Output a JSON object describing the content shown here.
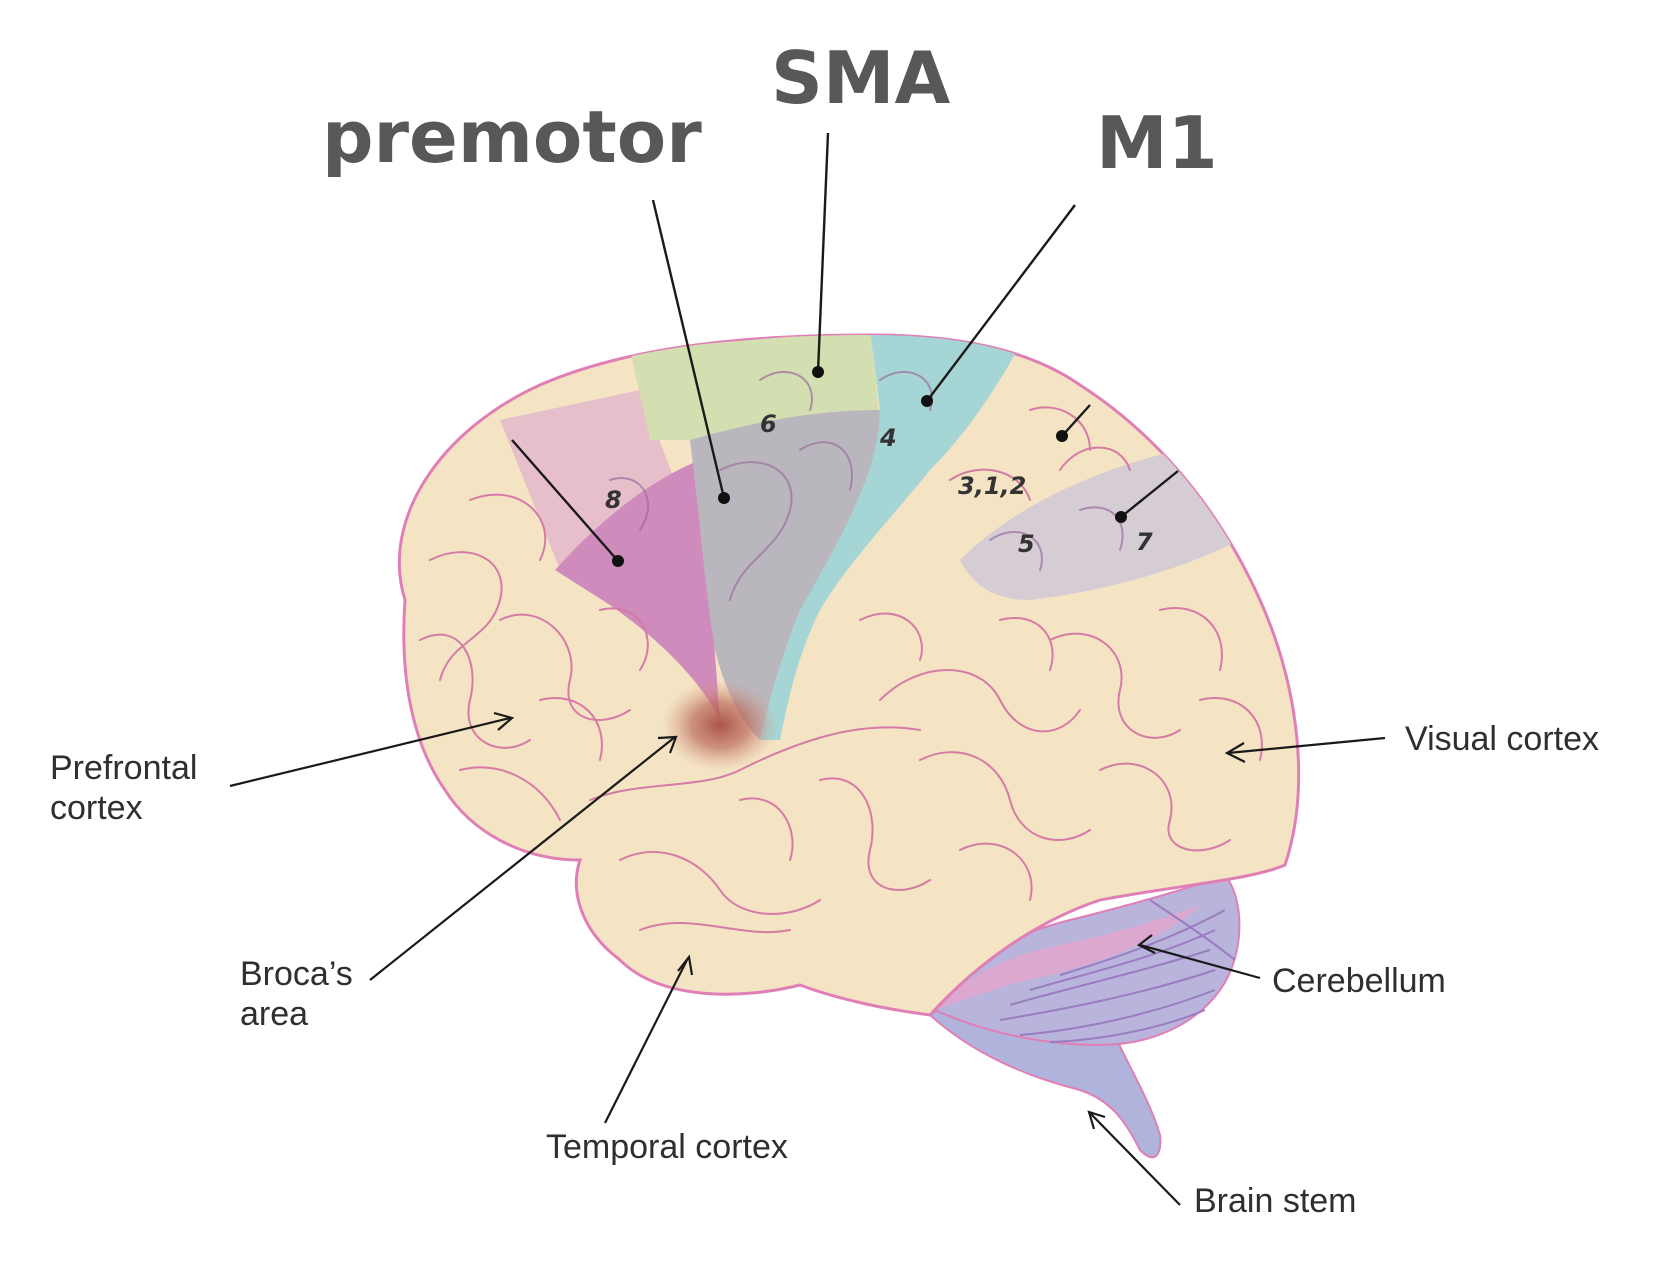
{
  "title_labels": {
    "premotor": "premotor",
    "sma": "SMA",
    "m1": "M1"
  },
  "area_numbers": {
    "a6": "6",
    "a4": "4",
    "a8": "8",
    "a312": "3,1,2",
    "a5": "5",
    "a7": "7"
  },
  "side_labels": {
    "prefrontal_line1": "Prefrontal",
    "prefrontal_line2": "cortex",
    "visual": "Visual cortex",
    "broca_line1": "Broca’s",
    "broca_line2": "area",
    "cerebellum": "Cerebellum",
    "temporal": "Temporal cortex",
    "brainstem": "Brain stem"
  },
  "colors": {
    "cortex": "#f4e4c4",
    "outline": "#e07fb6",
    "sma": "#d4dfb1",
    "premotor": "#b9b7bd",
    "m1": "#a6d5d6",
    "area8": "#cf8bbb",
    "prefrontal_top": "#e6bfca",
    "parietal": "#d6ccd4",
    "cerebellum": "#b9b4dc",
    "brainstem": "#b0b4dc",
    "broca": "#b0584d",
    "text_bold": "#58585a"
  }
}
